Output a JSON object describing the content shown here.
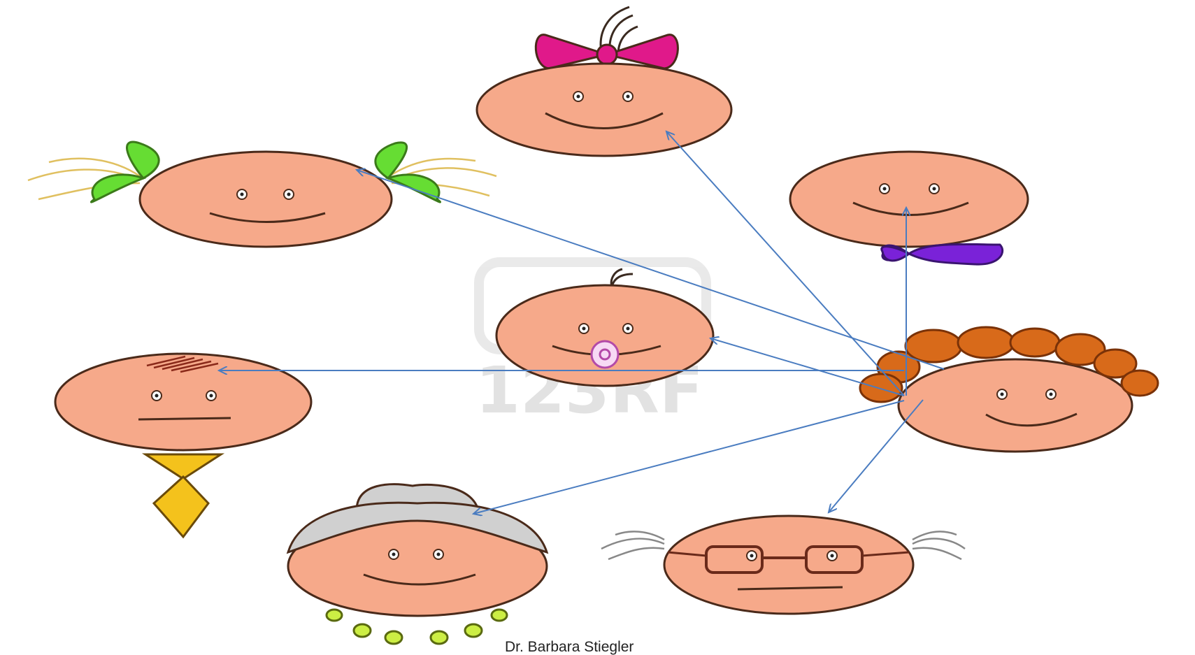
{
  "caption": "Dr. Barbara Stiegler",
  "watermark": "123RF",
  "colors": {
    "skin": "#f6a98a",
    "outline": "#4a2a1a",
    "arrow": "#4a7cc0",
    "pink_bow": "#e0198a",
    "green_bows": "#66dd33",
    "purple_bowtie": "#7a22d8",
    "yellow_tie": "#f4c21c",
    "curly_hair": "#d86a1a",
    "grey_hair": "#d0d0d0",
    "necklace": "#ccee44"
  },
  "center_figure": "curly-haired-woman",
  "figures": [
    "girl-with-pink-bow",
    "girl-with-green-pigtail-bows",
    "man-with-purple-bowtie",
    "baby-with-pacifier",
    "boy-with-yellow-tie",
    "grandmother-with-bun-and-necklace",
    "grandfather-with-glasses"
  ]
}
